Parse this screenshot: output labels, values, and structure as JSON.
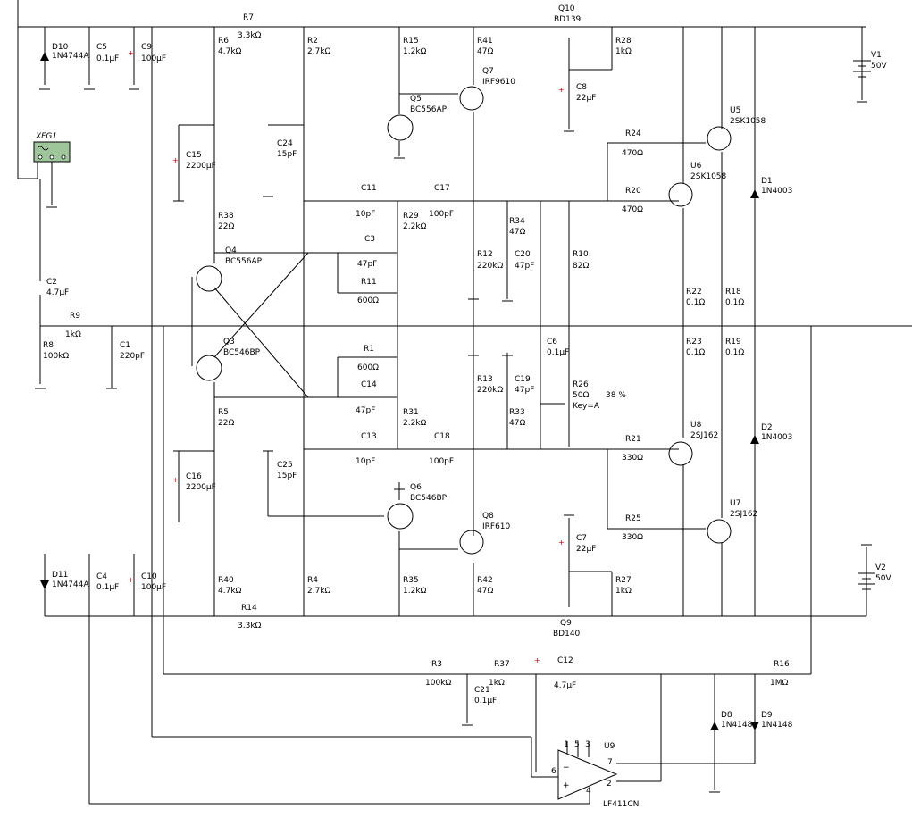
{
  "function_generator": {
    "ref": "XFG1"
  },
  "components": [
    {
      "ref": "D10",
      "value": "1N4744A"
    },
    {
      "ref": "C5",
      "value": "0.1µF"
    },
    {
      "ref": "C9",
      "value": "100µF"
    },
    {
      "ref": "R7",
      "value": "3.3kΩ"
    },
    {
      "ref": "R6",
      "value": "4.7kΩ"
    },
    {
      "ref": "R2",
      "value": "2.7kΩ"
    },
    {
      "ref": "R15",
      "value": "1.2kΩ"
    },
    {
      "ref": "R41",
      "value": "47Ω"
    },
    {
      "ref": "Q10",
      "value": "BD139"
    },
    {
      "ref": "R28",
      "value": "1kΩ"
    },
    {
      "ref": "V1",
      "value": "50V"
    },
    {
      "ref": "Q7",
      "value": "IRF9610"
    },
    {
      "ref": "Q5",
      "value": "BC556AP"
    },
    {
      "ref": "C8",
      "value": "22µF"
    },
    {
      "ref": "U5",
      "value": "2SK1058"
    },
    {
      "ref": "C24",
      "value": "15pF"
    },
    {
      "ref": "C15",
      "value": "2200µF"
    },
    {
      "ref": "R24",
      "value": "470Ω"
    },
    {
      "ref": "U6",
      "value": "2SK1058"
    },
    {
      "ref": "D1",
      "value": "1N4003"
    },
    {
      "ref": "C11",
      "value": "10pF"
    },
    {
      "ref": "C17",
      "value": "100pF"
    },
    {
      "ref": "R20",
      "value": "470Ω"
    },
    {
      "ref": "R38",
      "value": "22Ω"
    },
    {
      "ref": "R29",
      "value": "2.2kΩ"
    },
    {
      "ref": "R34",
      "value": "47Ω"
    },
    {
      "ref": "Q4",
      "value": "BC556AP"
    },
    {
      "ref": "C3",
      "value": "47pF"
    },
    {
      "ref": "R10",
      "value": "82Ω"
    },
    {
      "ref": "C2",
      "value": "4.7µF"
    },
    {
      "ref": "R12",
      "value": "220kΩ"
    },
    {
      "ref": "C20",
      "value": "47pF"
    },
    {
      "ref": "R11",
      "value": "600Ω"
    },
    {
      "ref": "R22",
      "value": "0.1Ω"
    },
    {
      "ref": "R18",
      "value": "0.1Ω"
    },
    {
      "ref": "R9",
      "value": "1kΩ"
    },
    {
      "ref": "C6",
      "value": "0.1µF"
    },
    {
      "ref": "R8",
      "value": "100kΩ"
    },
    {
      "ref": "C1",
      "value": "220pF"
    },
    {
      "ref": "Q3",
      "value": "BC546BP"
    },
    {
      "ref": "R1",
      "value": "600Ω"
    },
    {
      "ref": "R23",
      "value": "0.1Ω"
    },
    {
      "ref": "R19",
      "value": "0.1Ω"
    },
    {
      "ref": "R13",
      "value": "220kΩ"
    },
    {
      "ref": "C19",
      "value": "47pF"
    },
    {
      "ref": "R26",
      "value": "50Ω"
    },
    {
      "ref": "C14",
      "value": "47pF"
    },
    {
      "ref": "R5",
      "value": "22Ω"
    },
    {
      "ref": "R31",
      "value": "2.2kΩ"
    },
    {
      "ref": "R33",
      "value": "47Ω"
    },
    {
      "ref": "D2",
      "value": "1N4003"
    },
    {
      "ref": "U8",
      "value": "2SJ162"
    },
    {
      "ref": "C13",
      "value": "10pF"
    },
    {
      "ref": "C18",
      "value": "100pF"
    },
    {
      "ref": "R21",
      "value": "330Ω"
    },
    {
      "ref": "C16",
      "value": "2200µF"
    },
    {
      "ref": "C25",
      "value": "15pF"
    },
    {
      "ref": "Q6",
      "value": "BC546BP"
    },
    {
      "ref": "U7",
      "value": "2SJ162"
    },
    {
      "ref": "Q8",
      "value": "IRF610"
    },
    {
      "ref": "R25",
      "value": "330Ω"
    },
    {
      "ref": "C7",
      "value": "22µF"
    },
    {
      "ref": "V2",
      "value": "50V"
    },
    {
      "ref": "D11",
      "value": "1N4744A"
    },
    {
      "ref": "C4",
      "value": "0.1µF"
    },
    {
      "ref": "C10",
      "value": "100µF"
    },
    {
      "ref": "R40",
      "value": "4.7kΩ"
    },
    {
      "ref": "R4",
      "value": "2.7kΩ"
    },
    {
      "ref": "R35",
      "value": "1.2kΩ"
    },
    {
      "ref": "R42",
      "value": "47Ω"
    },
    {
      "ref": "R27",
      "value": "1kΩ"
    },
    {
      "ref": "R14",
      "value": "3.3kΩ"
    },
    {
      "ref": "Q9",
      "value": "BD140"
    },
    {
      "ref": "R3",
      "value": "100kΩ"
    },
    {
      "ref": "R37",
      "value": "1kΩ"
    },
    {
      "ref": "C12",
      "value": "4.7µF"
    },
    {
      "ref": "R16",
      "value": "1MΩ"
    },
    {
      "ref": "C21",
      "value": "0.1µF"
    },
    {
      "ref": "D8",
      "value": "1N4148"
    },
    {
      "ref": "D9",
      "value": "1N4148"
    },
    {
      "ref": "U9",
      "value": "LF411CN"
    }
  ],
  "pot_extra": {
    "key": "Key=A",
    "setting": "38 %"
  },
  "opamp_pins": [
    "1",
    "5",
    "3",
    "2",
    "4",
    "6",
    "7"
  ]
}
